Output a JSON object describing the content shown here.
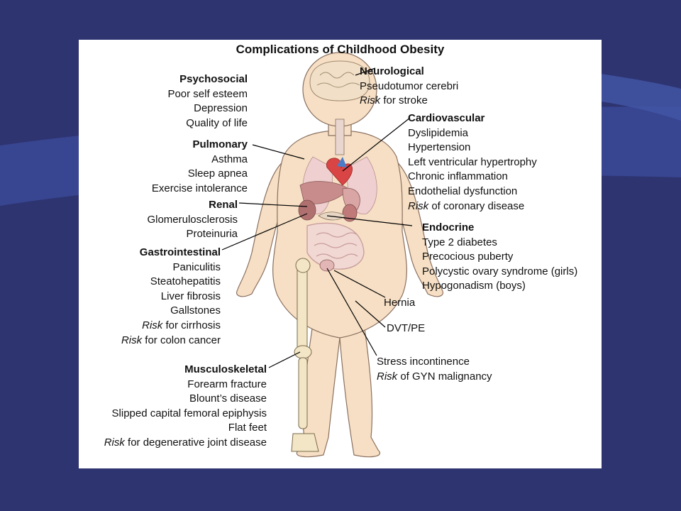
{
  "title": "Complications of Childhood Obesity",
  "colors": {
    "slide_background": "#2e3470",
    "swoosh": "#3b4a9a",
    "card": "#ffffff",
    "skin": "#f6dfc4",
    "skin_outline": "#8a7060",
    "organs": "#c98c8c",
    "leader_line": "#000000"
  },
  "groups": {
    "psychosocial": {
      "heading": "Psychosocial",
      "items": [
        {
          "pre": "",
          "text": "Poor self esteem"
        },
        {
          "pre": "",
          "text": "Depression"
        },
        {
          "pre": "",
          "text": "Quality of life"
        }
      ]
    },
    "pulmonary": {
      "heading": "Pulmonary",
      "items": [
        {
          "pre": "",
          "text": "Asthma"
        },
        {
          "pre": "",
          "text": "Sleep apnea"
        },
        {
          "pre": "",
          "text": "Exercise intolerance"
        }
      ]
    },
    "renal": {
      "heading": "Renal",
      "items": [
        {
          "pre": "",
          "text": "Glomerulosclerosis"
        },
        {
          "pre": "",
          "text": "Proteinuria"
        }
      ]
    },
    "gastrointestinal": {
      "heading": "Gastrointestinal",
      "items": [
        {
          "pre": "",
          "text": "Paniculitis"
        },
        {
          "pre": "",
          "text": "Steatohepatitis"
        },
        {
          "pre": "",
          "text": "Liver fibrosis"
        },
        {
          "pre": "",
          "text": "Gallstones"
        },
        {
          "pre": "Risk",
          "text": " for cirrhosis"
        },
        {
          "pre": "Risk",
          "text": " for colon cancer"
        }
      ]
    },
    "musculoskeletal": {
      "heading": "Musculoskeletal",
      "items": [
        {
          "pre": "",
          "text": "Forearm fracture"
        },
        {
          "pre": "",
          "text": "Blount’s disease"
        },
        {
          "pre": "",
          "text": "Slipped capital femoral epiphysis"
        },
        {
          "pre": "",
          "text": "Flat feet"
        },
        {
          "pre": "Risk",
          "text": " for degenerative joint disease"
        }
      ]
    },
    "neurological": {
      "heading": "Neurological",
      "items": [
        {
          "pre": "",
          "text": "Pseudotumor cerebri"
        },
        {
          "pre": "Risk",
          "text": " for stroke"
        }
      ]
    },
    "cardiovascular": {
      "heading": "Cardiovascular",
      "items": [
        {
          "pre": "",
          "text": "Dyslipidemia"
        },
        {
          "pre": "",
          "text": "Hypertension"
        },
        {
          "pre": "",
          "text": "Left ventricular hypertrophy"
        },
        {
          "pre": "",
          "text": "Chronic inflammation"
        },
        {
          "pre": "",
          "text": "Endothelial dysfunction"
        },
        {
          "pre": "Risk",
          "text": " of coronary disease"
        }
      ]
    },
    "endocrine": {
      "heading": "Endocrine",
      "items": [
        {
          "pre": "",
          "text": "Type 2 diabetes"
        },
        {
          "pre": "",
          "text": "Precocious puberty"
        },
        {
          "pre": "",
          "text": "Polycystic ovary syndrome (girls)"
        },
        {
          "pre": "",
          "text": "Hypogonadism (boys)"
        }
      ]
    },
    "hernia": {
      "heading": "",
      "items": [
        {
          "pre": "",
          "text": "Hernia"
        }
      ]
    },
    "dvt": {
      "heading": "",
      "items": [
        {
          "pre": "",
          "text": "DVT/PE"
        }
      ]
    },
    "gyn": {
      "heading": "",
      "items": [
        {
          "pre": "",
          "text": "Stress incontinence"
        },
        {
          "pre": "Risk",
          "text": " of GYN malignancy"
        }
      ]
    }
  }
}
